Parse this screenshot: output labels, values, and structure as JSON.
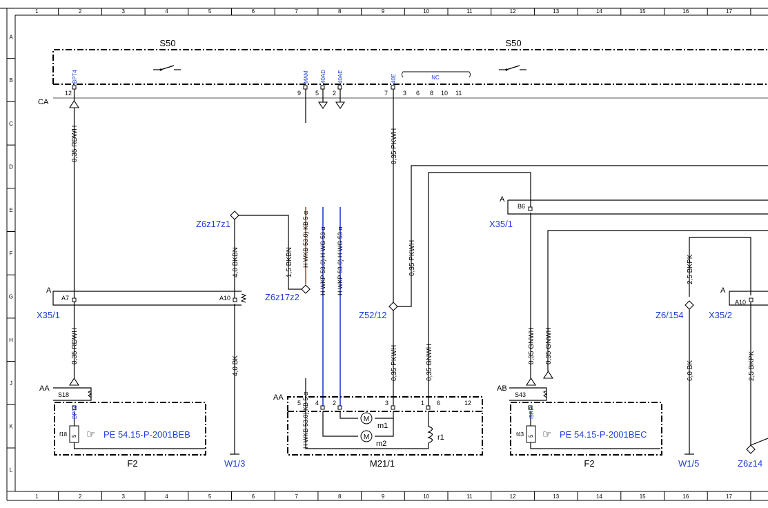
{
  "grid": {
    "cols": [
      "1",
      "2",
      "3",
      "4",
      "5",
      "6",
      "7",
      "8",
      "9",
      "10",
      "11",
      "12",
      "13",
      "14",
      "15",
      "16",
      "17"
    ],
    "rows": [
      "A",
      "B",
      "C",
      "D",
      "E",
      "F",
      "G",
      "H",
      "J",
      "K",
      "L"
    ]
  },
  "switches": {
    "s50_left": "S50",
    "s50_right": "S50"
  },
  "connector_ca": {
    "name": "CA",
    "pins": [
      "12",
      "9",
      "5",
      "2",
      "7",
      "3",
      "6",
      "8",
      "10",
      "11"
    ],
    "signals": {
      "bpt4": "BPT4",
      "mam": "MAM",
      "40ad": "40AD",
      "40ae": "40AE",
      "40e": "40E",
      "nc": "NC"
    }
  },
  "wires": {
    "w_rdwh_top": "0,35 RDWH",
    "w_pkwh_top": "0,35 PKWH",
    "w_bkbn_40": "4,0 BKBN",
    "w_bkbn_15": "1,5 BKBN",
    "w_kb53": "H WKB 53.0) KB 5 α",
    "w_wkp53": "H WKP 53.0) H WG 53 α",
    "w_wkp53b": "H WKP 53.0) H WG 53 α",
    "w_pkwh_mid": "0,35 PKWH",
    "w_rdwh_low": "0,35 RDWH",
    "w_bk_40": "4,0 BK",
    "w_pkwh_low": "0,35 PKWH",
    "w_gnwh_a": "0,35 GNWH",
    "w_gnwh_b": "0,35 GNWH",
    "w_gnwh_c": "0,35 GNWH",
    "w_bkpk_25a": "2,5 BKPK",
    "w_bk_60": "6,0 BK",
    "w_bkpk_25b": "2,5 BKPK",
    "w_kb53_low": "H WKB 53.0) KB 5 α"
  },
  "labels": {
    "x35_1_left": "X35/1",
    "x35_1_right": "X35/1",
    "x35_2": "X35/2",
    "z6z17z1": "Z6z17z1",
    "z6z17z2": "Z6z17z2",
    "z52_12": "Z52/12",
    "z6_154": "Z6/154",
    "z6z14": "Z6z14",
    "w1_3": "W1/3",
    "w1_5": "W1/5",
    "f2_left": "F2",
    "f2_right": "F2",
    "m21_1": "M21/1",
    "pe_left": "PE 54.15-P-2001BEB",
    "pe_right": "PE 54.15-P-2001BEC"
  },
  "terminals": {
    "a_left": "A",
    "a7": "A7",
    "a10_left": "A10",
    "a_right": "A",
    "b6": "B6",
    "a_far": "A",
    "a10_far": "A10",
    "aa_left": "AA",
    "s18": "S18",
    "bpt4_f": "BPT4",
    "f18": "f18",
    "five_l": "5",
    "aa_mid": "AA",
    "p5": "5",
    "p4": "4",
    "p2": "2",
    "p3": "3",
    "p1": "1",
    "p6": "6",
    "p12": "12",
    "ab": "AB",
    "s43": "S43",
    "i5rp": "I5RP",
    "f43": "f43",
    "five_r": "5",
    "m1": "m1",
    "m2": "m2",
    "r1": "r1",
    "motor": "M"
  }
}
